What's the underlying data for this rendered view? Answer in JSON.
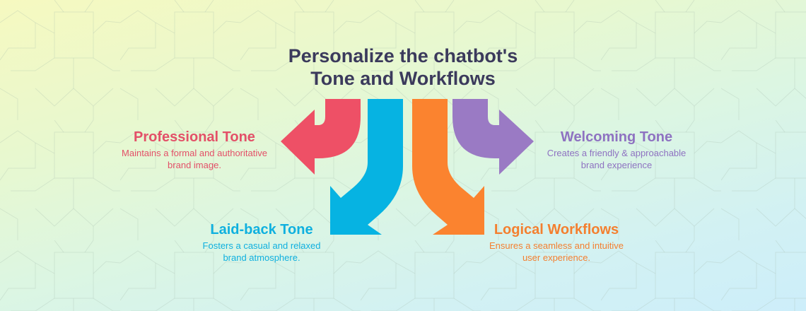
{
  "title": {
    "line1": "Personalize the chatbot's",
    "line2": "Tone and Workflows"
  },
  "colors": {
    "title": "#3b3a5c",
    "professional": "#ee5066",
    "laidback": "#06b3e2",
    "logical": "#fb832f",
    "welcoming": "#9a7ac4"
  },
  "items": [
    {
      "id": "professional",
      "heading": "Professional Tone",
      "desc_line1": "Maintains a formal and authoritative",
      "desc_line2": "brand image.",
      "arrow": "curve-left"
    },
    {
      "id": "welcoming",
      "heading": "Welcoming Tone",
      "desc_line1": "Creates a friendly & approachable",
      "desc_line2": "brand experience",
      "arrow": "curve-right"
    },
    {
      "id": "laidback",
      "heading": "Laid-back Tone",
      "desc_line1": "Fosters a casual and relaxed",
      "desc_line2": "brand atmosphere.",
      "arrow": "curve-down-left"
    },
    {
      "id": "logical",
      "heading": "Logical Workflows",
      "desc_line1": "Ensures a seamless and intuitive",
      "desc_line2": "user experience.",
      "arrow": "curve-down-right"
    }
  ]
}
